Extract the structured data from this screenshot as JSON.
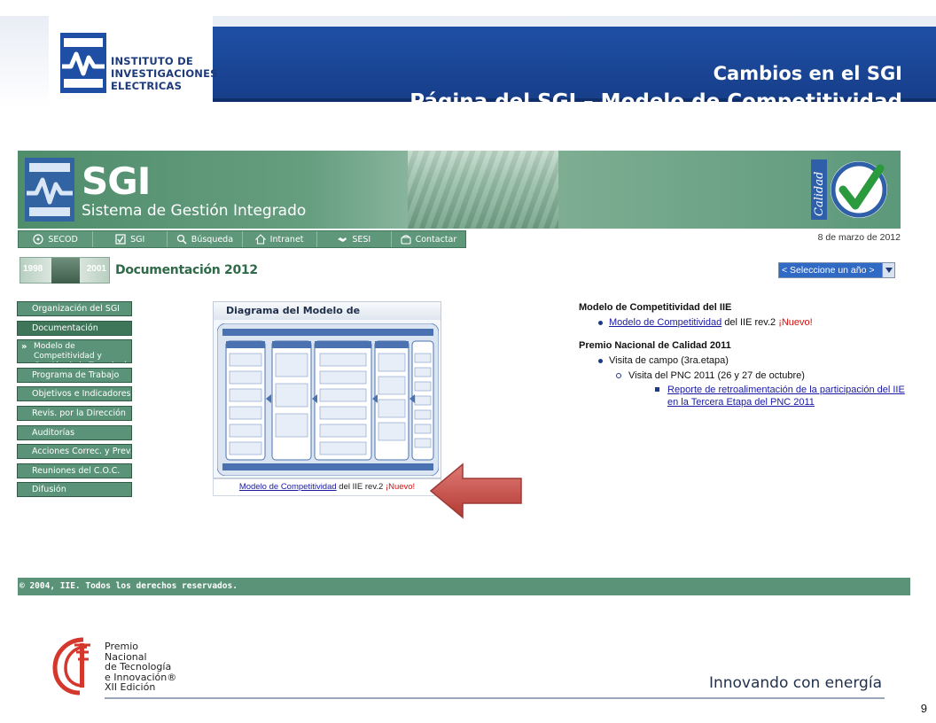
{
  "slide": {
    "title_line1": "Cambios en el SGI",
    "title_line2": "Página del SGI – Modelo de Competitividad",
    "logo_lines": [
      "INSTITUTO DE",
      "INVESTIGACIONES",
      "ELECTRICAS"
    ],
    "page_number": "9",
    "tagline": "Innovando con energía",
    "award_lines": [
      "Premio",
      "Nacional",
      "de Tecnología",
      "e Innovación®",
      "XII Edición"
    ]
  },
  "site": {
    "brand": "SGI",
    "brand_subtitle": "Sistema de Gestión Integrado",
    "date": "8 de marzo de 2012",
    "nav": [
      {
        "label": "SECOD",
        "icon": "network-icon"
      },
      {
        "label": "SGI",
        "icon": "check-tool-icon"
      },
      {
        "label": "Búsqueda",
        "icon": "magnifier-icon"
      },
      {
        "label": "Intranet",
        "icon": "home-icon"
      },
      {
        "label": "SESI",
        "icon": "handshake-icon"
      },
      {
        "label": "Contactar",
        "icon": "phone-icon"
      }
    ],
    "doc_badge": {
      "year_start": "1998",
      "year_end": "2001"
    },
    "doc_title": "Documentación 2012",
    "year_select": "< Seleccione un año >",
    "menu": [
      "Organización del SGI",
      "Documentación",
      "Modelo de Competitividad y Gestión de la Tecnología",
      "Programa de Trabajo",
      "Objetivos e Indicadores",
      "Revis. por la Dirección",
      "Auditorías",
      "Acciones Correc. y Prev.",
      "Reuniones del C.O.C.",
      "Difusión"
    ],
    "diagram_title": "Diagrama del Modelo de Competitividad del IIE",
    "diagram_link": {
      "link": "Modelo de Competitividad",
      "rest": " del IIE rev.2 ",
      "new": "¡Nuevo!"
    },
    "content": {
      "section1_title": "Modelo de Competitividad del IIE",
      "item1": {
        "link": "Modelo de Competitividad",
        "rest": " del IIE rev.2 ",
        "new": "¡Nuevo!"
      },
      "section2_title": "Premio Nacional de Calidad 2011",
      "item2": "Visita de campo (3ra.etapa)",
      "item3": "Visita del PNC 2011 (26 y 27 de octubre)",
      "item4_link": "Reporte de retroalimentación de la participación del IIE en la Tercera Etapa del PNC 2011"
    },
    "footer": "© 2004, IIE. Todos los derechos reservados."
  },
  "colors": {
    "slide_blue": "#1f4fa5",
    "site_green": "#5b9378",
    "arrow_red": "#cc4a44",
    "link_blue": "#1a1aa6",
    "new_red": "#d01010"
  }
}
